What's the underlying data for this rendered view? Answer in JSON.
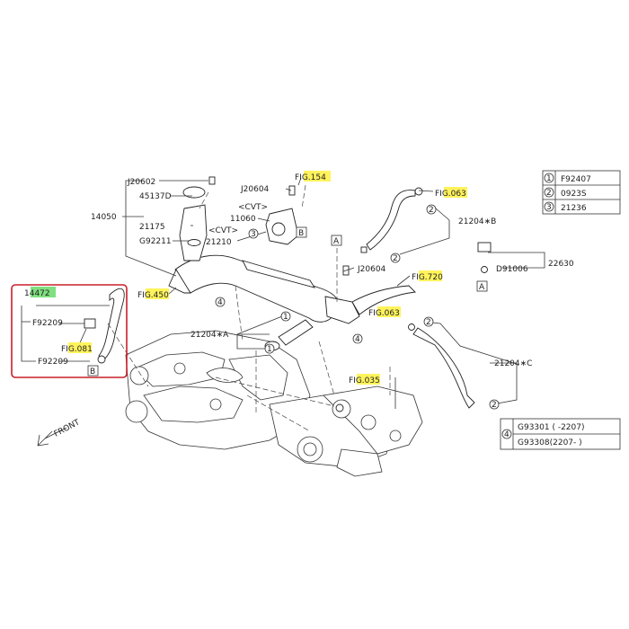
{
  "callouts": {
    "j20602": "J20602",
    "c45137d": "45137D",
    "c14050": "14050",
    "c21175": "21175",
    "g92211": "G92211",
    "j20604_top": "J20604",
    "fig154": "FIG.154",
    "cvt1": "<CVT>",
    "c11060": "11060",
    "cvt2": "<CVT>",
    "c21210": "21210",
    "fig063_top": "FIG.063",
    "c21204b": "21204∗B",
    "c22630": "22630",
    "d91006": "D91006",
    "j20604_mid": "J20604",
    "fig720": "FIG.720",
    "fig450": "FIG.450",
    "c14472": "14472",
    "f92209_a": "F92209",
    "fig081": "FIG.081",
    "f92209_b": "F92209",
    "c21204a": "21204∗A",
    "fig063_right": "FIG.063",
    "c21204c": "21204∗C",
    "fig035": "FIG.035",
    "front": "FRONT"
  },
  "refs": {
    "a": "A",
    "b": "B"
  },
  "circled": {
    "n1": "1",
    "n2": "2",
    "n3": "3",
    "n4": "4"
  },
  "legend": [
    {
      "num": "1",
      "part": "F92407"
    },
    {
      "num": "2",
      "part": "0923S"
    },
    {
      "num": "3",
      "part": "21236"
    }
  ],
  "legend4": {
    "num": "4",
    "rows": [
      "G93301 ( -2207)",
      "G93308(2207- )"
    ]
  },
  "highlight_colors": {
    "fig": "#fff35c",
    "part": "#7fe07f",
    "selection": "#c8202a"
  }
}
